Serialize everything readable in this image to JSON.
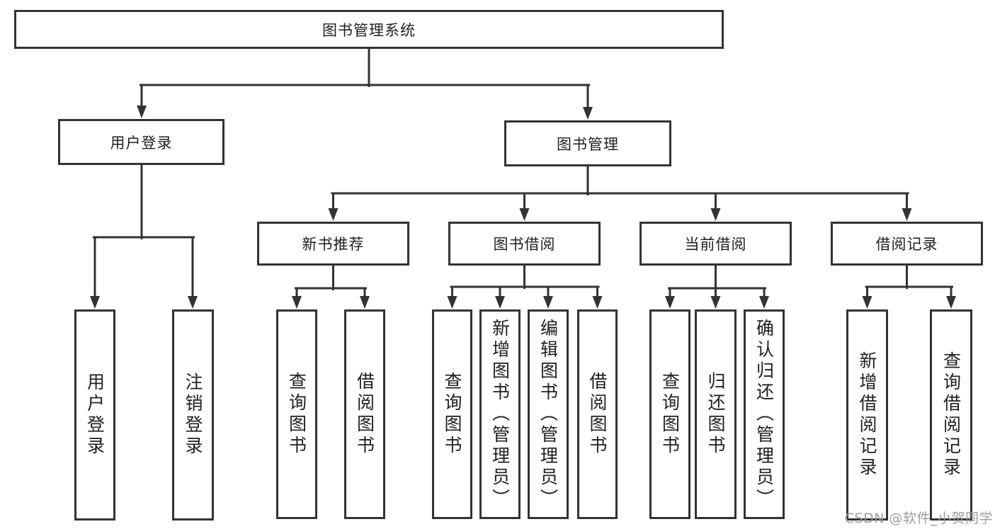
{
  "root": {
    "label": "图书管理系统"
  },
  "level2": [
    {
      "label": "用户登录"
    },
    {
      "label": "图书管理"
    }
  ],
  "level3": [
    {
      "label": "新书推荐"
    },
    {
      "label": "图书借阅"
    },
    {
      "label": "当前借阅"
    },
    {
      "label": "借阅记录"
    }
  ],
  "leaves": {
    "user_login": [
      {
        "label": "用户登录"
      },
      {
        "label": "注销登录"
      }
    ],
    "new_book_recommend": [
      {
        "label": "查询图书"
      },
      {
        "label": "借阅图书"
      }
    ],
    "book_borrow": [
      {
        "label": "查询图书"
      },
      {
        "label": "新增图书（管理员）"
      },
      {
        "label": "编辑图书（管理员）"
      },
      {
        "label": "借阅图书"
      }
    ],
    "current_borrow": [
      {
        "label": "查询图书"
      },
      {
        "label": "归还图书"
      },
      {
        "label": "确认归还（管理员）"
      }
    ],
    "borrow_record": [
      {
        "label": "新增借阅记录"
      },
      {
        "label": "查询借阅记录"
      }
    ]
  },
  "watermark": {
    "text": "CSDN @软件_小贺同学"
  },
  "colors": {
    "line": "#333333",
    "text": "#1f1f1f",
    "background": "#ffffff",
    "watermark": "#9c9c9c"
  }
}
